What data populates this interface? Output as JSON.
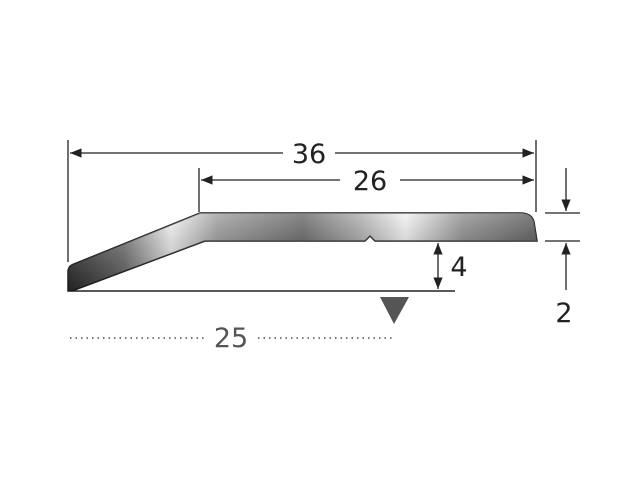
{
  "dimensions": {
    "overall_width": "36",
    "top_width": "26",
    "step_height": "4",
    "thickness": "2",
    "floor_offset": "25"
  },
  "colors": {
    "line": "#222222",
    "profile_dark": "#3a3a3a",
    "profile_light": "#f2f2f2",
    "marker": "#555555",
    "dotted": "#777777"
  }
}
